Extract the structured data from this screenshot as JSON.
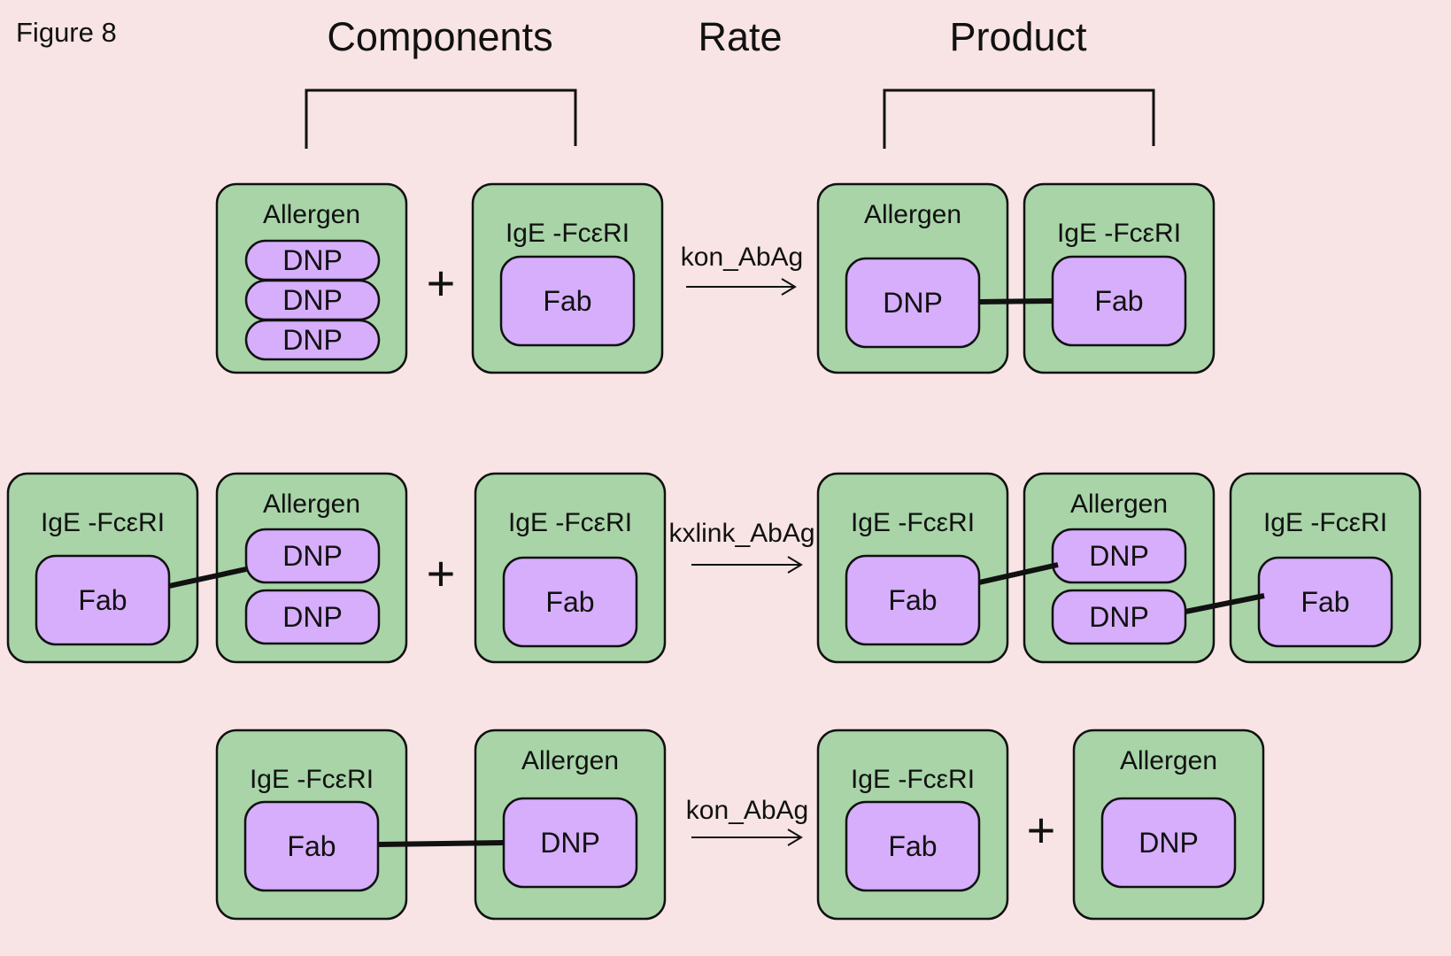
{
  "figure_label": "Figure 8",
  "headers": {
    "components": "Components",
    "rate": "Rate",
    "product": "Product"
  },
  "plus": "+",
  "rows": [
    {
      "rate": "kon_AbAg",
      "left": [
        {
          "label": "Allergen",
          "sites": [
            "DNP",
            "DNP",
            "DNP"
          ]
        },
        {
          "label": "IgE -FcεRI",
          "sites": [
            "Fab"
          ]
        }
      ],
      "right": [
        {
          "label": "Allergen",
          "sites": [
            "DNP"
          ]
        },
        {
          "label": "IgE -FcεRI",
          "sites": [
            "Fab"
          ]
        }
      ]
    },
    {
      "rate": "kxlink_AbAg",
      "left": [
        {
          "label": "IgE -FcεRI",
          "sites": [
            "Fab"
          ]
        },
        {
          "label": "Allergen",
          "sites": [
            "DNP",
            "DNP"
          ]
        },
        {
          "label": "IgE -FcεRI",
          "sites": [
            "Fab"
          ]
        }
      ],
      "right": [
        {
          "label": "IgE -FcεRI",
          "sites": [
            "Fab"
          ]
        },
        {
          "label": "Allergen",
          "sites": [
            "DNP",
            "DNP"
          ]
        },
        {
          "label": "IgE -FcεRI",
          "sites": [
            "Fab"
          ]
        }
      ]
    },
    {
      "rate": "kon_AbAg",
      "left": [
        {
          "label": "IgE -FcεRI",
          "sites": [
            "Fab"
          ]
        },
        {
          "label": "Allergen",
          "sites": [
            "DNP"
          ]
        }
      ],
      "right": [
        {
          "label": "IgE -FcεRI",
          "sites": [
            "Fab"
          ]
        },
        {
          "label": "Allergen",
          "sites": [
            "DNP"
          ]
        }
      ]
    }
  ]
}
